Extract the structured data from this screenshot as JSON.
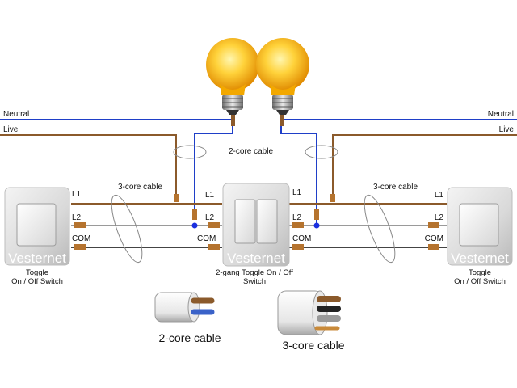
{
  "wires": {
    "neutral_left": "Neutral",
    "neutral_right": "Neutral",
    "live_left": "Live",
    "live_right": "Live",
    "cable_2core_top": "2-core cable",
    "cable_3core_left": "3-core cable",
    "cable_3core_right": "3-core cable"
  },
  "switches": {
    "left": {
      "brand": "Vesternet",
      "l1": "L1",
      "l2": "L2",
      "com": "COM",
      "caption_1": "Toggle",
      "caption_2": "On / Off Switch"
    },
    "center": {
      "brand": "Vesternet",
      "l1_left": "L1",
      "l2_left": "L2",
      "com_left": "COM",
      "l1_right": "L1",
      "l2_right": "L2",
      "com_right": "COM",
      "caption_1": "2-gang Toggle On / Off",
      "caption_2": "Switch"
    },
    "right": {
      "brand": "Vesternet",
      "l1": "L1",
      "l2": "L2",
      "com": "COM",
      "caption_1": "Toggle",
      "caption_2": "On / Off Switch"
    }
  },
  "legend": {
    "two_core": "2-core cable",
    "three_core": "3-core cable"
  },
  "colors": {
    "neutral_wire": "#1f3fc8",
    "live_wire": "#8b5a2b",
    "grey_wire": "#9a9a9a",
    "terminal": "#b5732e",
    "junction": "#1a2fe0"
  }
}
